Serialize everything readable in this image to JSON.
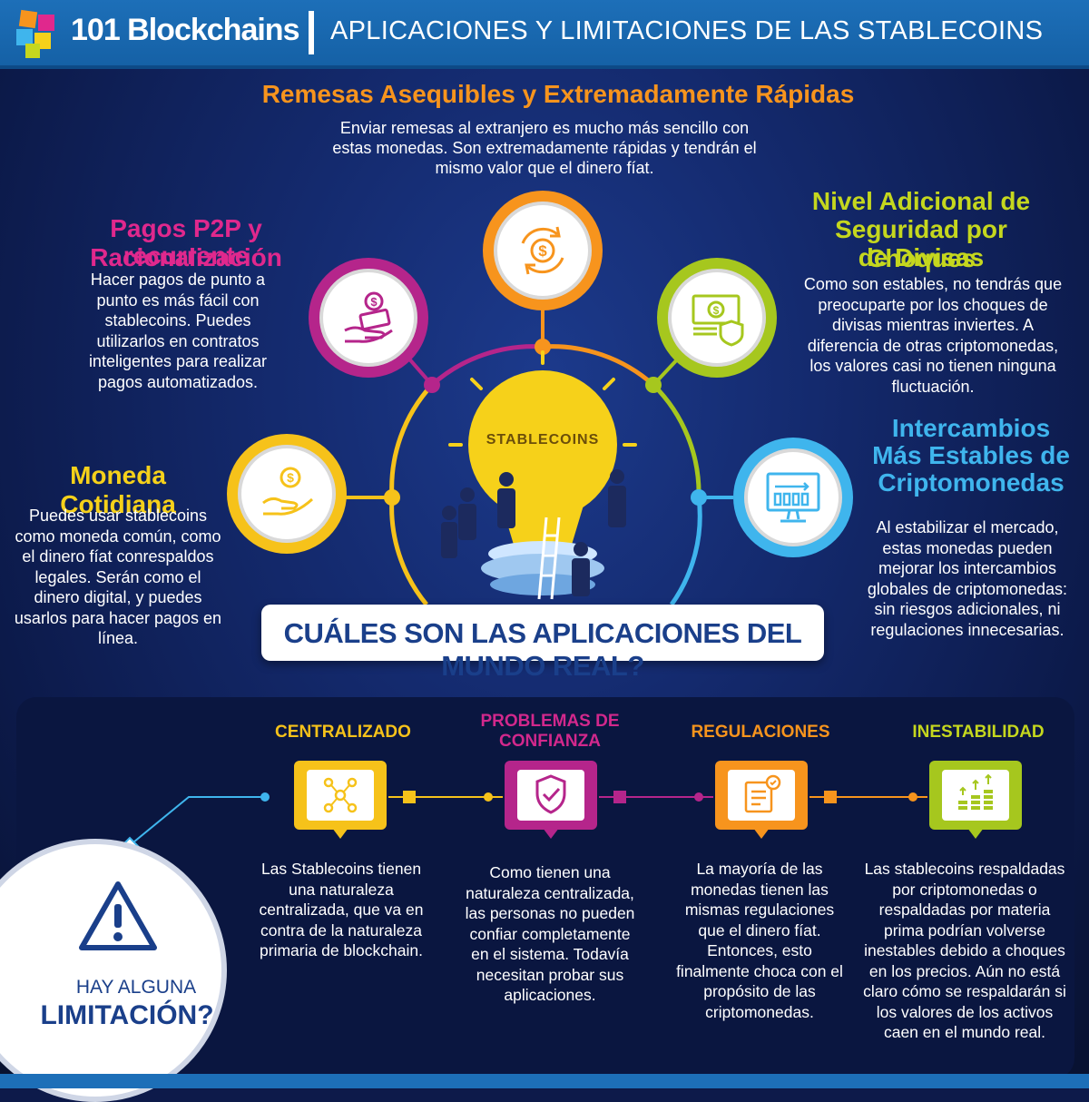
{
  "header": {
    "brand": "101 Blockchains",
    "title": "APLICACIONES Y LIMITACIONES DE LAS STABLECOINS"
  },
  "applications": {
    "remesas": {
      "title": "Remesas Asequibles y Extremadamente Rápidas",
      "text": "Enviar remesas al extranjero es mucho más sencillo con estas monedas. Son extremadamente rápidas y tendrán el mismo valor que el dinero fíat."
    },
    "p2p": {
      "title_line1": "Pagos P2P y Racionalización",
      "title_line2": "recurrente",
      "text": "Hacer pagos de punto a punto es más fácil con stablecoins. Puedes utilizarlos en contratos inteligentes para realizar pagos automatizados."
    },
    "seguridad": {
      "title_line1": "Nivel Adicional de",
      "title_line2": "Seguridad por Choques",
      "title_line3": "de Divisas",
      "text": "Como son estables, no tendrás que preocuparte por los choques de divisas mientras inviertes. A diferencia de otras criptomonedas, los valores casi no tienen ninguna fluctuación."
    },
    "moneda": {
      "title": "Moneda Cotidiana",
      "text": "Puedes usar stablecoins como moneda común, como el dinero fíat conrespaldos legales. Serán como el dinero digital, y puedes usarlos para hacer pagos en línea."
    },
    "intercambios": {
      "title_line1": "Intercambios",
      "title_line2": "Más Estables de",
      "title_line3": "Criptomonedas",
      "text": "Al estabilizar el mercado, estas monedas pueden mejorar los intercambios globales de criptomonedas: sin riesgos adicionales, ni regulaciones innecesarias."
    },
    "center_label": "STABLECOINS",
    "question": "CUÁLES SON LAS APLICACIONES DEL MUNDO REAL?"
  },
  "limitations": {
    "question_line1": "HAY ALGUNA",
    "question_line2": "LIMITACIÓN?",
    "items": [
      {
        "title": "CENTRALIZADO",
        "text": "Las Stablecoins tienen una naturaleza centralizada, que va en contra de la naturaleza primaria de blockchain.",
        "color": "#f6c21a",
        "icon": "network-users-icon"
      },
      {
        "title_line1": "PROBLEMAS DE",
        "title_line2": "CONFIANZA",
        "text": "Como tienen una naturaleza centralizada, las personas no pueden confiar completamente en el sistema. Todavía necesitan probar sus aplicaciones.",
        "color": "#b5258b",
        "icon": "shield-check-icon"
      },
      {
        "title": "REGULACIONES",
        "text": "La mayoría de las monedas tienen las mismas regulaciones que el dinero fíat. Entonces, esto finalmente choca con el propósito de las criptomonedas.",
        "color": "#f7941d",
        "icon": "document-regulation-icon"
      },
      {
        "title": "INESTABILIDAD",
        "text": "Las stablecoins respaldadas por criptomonedas o respaldadas por materia prima podrían volverse inestables debido a choques en los precios. Aún no está claro cómo se respaldarán si los valores de los activos caen en el mundo real.",
        "color": "#a6c71e",
        "icon": "coin-stacks-icon"
      }
    ]
  },
  "colors": {
    "orange": "#f7941d",
    "magenta": "#e0288d",
    "green": "#c5d71e",
    "yellow": "#f6d11a",
    "blue": "#3fb5ed",
    "navy": "#1a3f8a"
  }
}
